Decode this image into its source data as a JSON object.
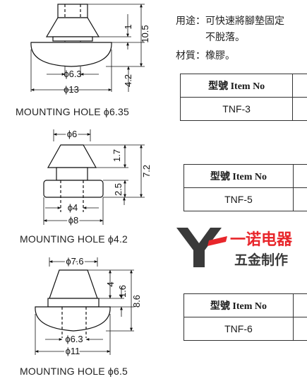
{
  "usage": {
    "label": "用途：",
    "line1": "可快速將腳墊固定",
    "line2": "不脫落。"
  },
  "material": {
    "label": "材質：",
    "value": "橡膠。"
  },
  "tables": [
    {
      "header": "型號 Item No",
      "value": "TNF-3"
    },
    {
      "header": "型號 Item No",
      "value": "TNF-5"
    },
    {
      "header": "型號 Item No",
      "value": "TNF-6"
    }
  ],
  "parts": [
    {
      "mounting_hole": "MOUNTING HOLE  ϕ6.35",
      "dims": {
        "top_gap": "1",
        "height": "10.5",
        "bottom": "4.2",
        "inner": "ϕ6.3",
        "outer": "ϕ13"
      }
    },
    {
      "mounting_hole": "MOUNTING HOLE  ϕ4.2",
      "dims": {
        "top": "ϕ6",
        "upper": "1.7",
        "height": "7.2",
        "lower": "2.5",
        "inner": "ϕ4",
        "outer": "ϕ8"
      }
    },
    {
      "mounting_hole": "MOUNTING HOLE  ϕ6.5",
      "dims": {
        "top": "ϕ7.6",
        "upper": "4",
        "mid": "1.6",
        "height": "8.6",
        "inner": "ϕ6.3",
        "outer": "ϕ11"
      }
    }
  ],
  "logo": {
    "brand": "一诺电器",
    "tagline": "五金制作",
    "colors": {
      "mark": "#3a3a3a",
      "accent": "#e8262b",
      "text": "#3a3a3a"
    }
  }
}
